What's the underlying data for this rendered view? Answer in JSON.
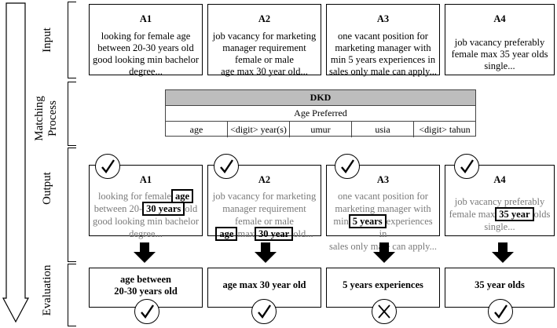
{
  "stages": [
    "Input",
    "Matching Process",
    "Output",
    "Evaluation"
  ],
  "inputs": [
    {
      "id": "A1",
      "lines": [
        "looking for female age",
        "between 20-30 years old",
        "good looking min bachelor",
        "degree..."
      ]
    },
    {
      "id": "A2",
      "lines": [
        "job vacancy for marketing",
        "manager requirement",
        "female or male",
        "age max 30 year old..."
      ]
    },
    {
      "id": "A3",
      "lines": [
        "one vacant position for",
        "marketing manager with",
        "min 5 years experiences in",
        "sales only male can apply..."
      ]
    },
    {
      "id": "A4",
      "lines": [
        "job vacancy preferably",
        "female max 35 year olds",
        "single..."
      ]
    }
  ],
  "dkd": {
    "title": "DKD",
    "subtitle": "Age Preferred",
    "terms": [
      "age",
      "<digit> year(s)",
      "umur",
      "usia",
      "<digit> tahun"
    ]
  },
  "outputs": {
    "A1": {
      "id": "A1",
      "l1a": "looking for female",
      "l1hl": "age",
      "l2a": "between 20-",
      "l2hl": "30 years",
      "l2b": "old",
      "l3": "good looking min bachelor",
      "l4": "degree..."
    },
    "A2": {
      "id": "A2",
      "l1": "job vacancy for marketing",
      "l2": "manager requirement",
      "l3": "female or male",
      "l4hl1": "age",
      "l4a": "max",
      "l4hl2": "30 year",
      "l4b": "old..."
    },
    "A3": {
      "id": "A3",
      "l1": "one vacant position for",
      "l2": "marketing manager with",
      "l3a": "min",
      "l3hl": "5 years",
      "l3b": "experiences in",
      "l4": "sales only male can apply..."
    },
    "A4": {
      "id": "A4",
      "l1": "job vacancy preferably",
      "l2a": "female max",
      "l2hl": "35 year",
      "l2b": "olds",
      "l3": "single..."
    }
  },
  "evaluations": [
    {
      "lines": [
        "age between",
        "20-30 years old"
      ],
      "result": "check"
    },
    {
      "lines": [
        "age max 30 year old"
      ],
      "result": "check"
    },
    {
      "lines": [
        "5 years experiences"
      ],
      "result": "cross"
    },
    {
      "lines": [
        "35 year olds"
      ],
      "result": "check"
    }
  ]
}
